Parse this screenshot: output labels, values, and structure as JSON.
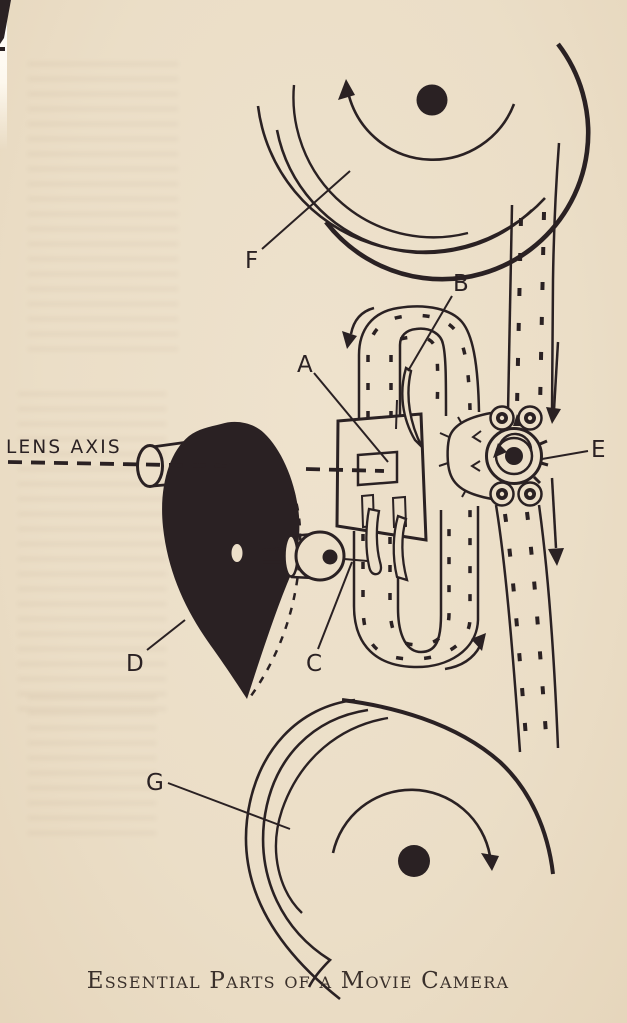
{
  "figure": {
    "caption": "Essential Parts of a Movie Camera",
    "axis_label": "LENS AXIS",
    "part_labels": [
      {
        "id": "A"
      },
      {
        "id": "B"
      },
      {
        "id": "C"
      },
      {
        "id": "D"
      },
      {
        "id": "E"
      },
      {
        "id": "F"
      },
      {
        "id": "G"
      }
    ]
  },
  "colors": {
    "paper": "#ecdfc9",
    "ink": "#2a2123"
  }
}
